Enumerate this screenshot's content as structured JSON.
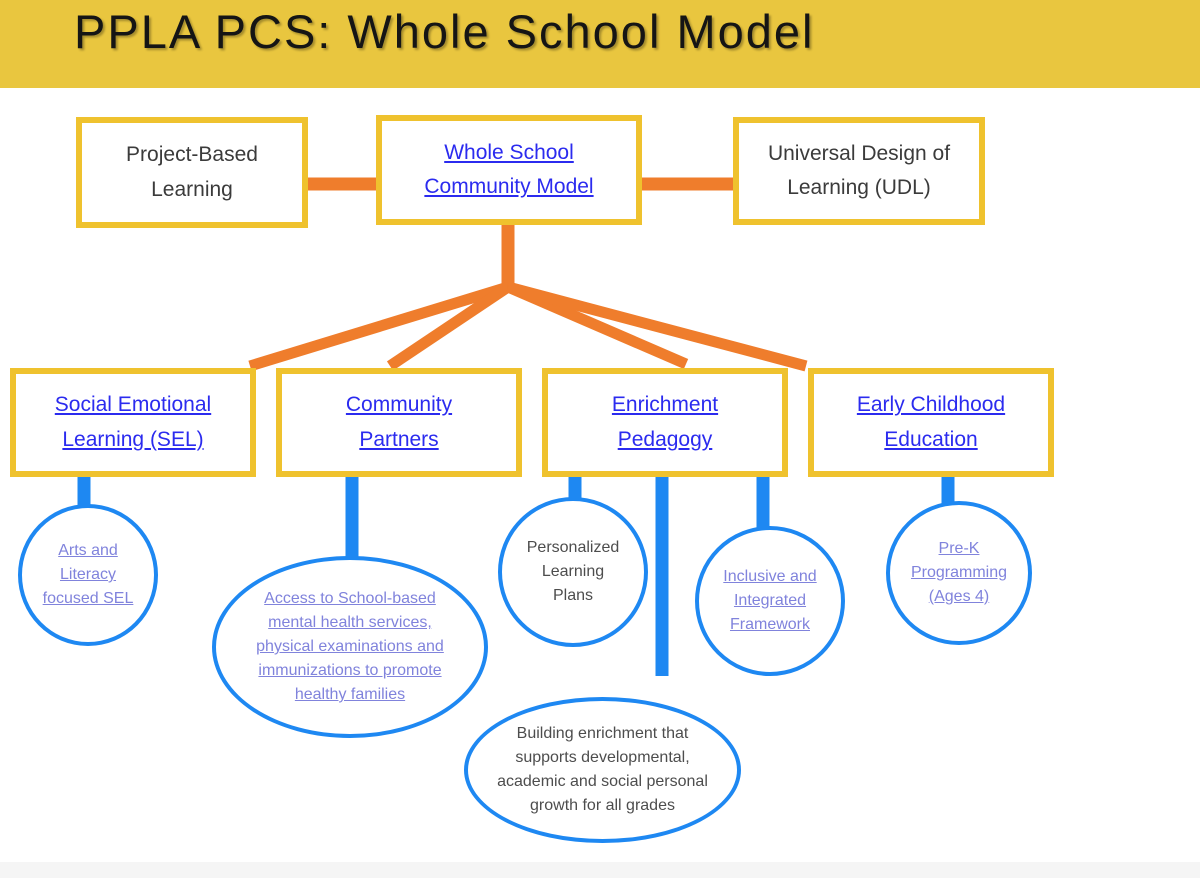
{
  "title": "PPLA PCS: Whole School Model",
  "colors": {
    "banner_yellow": "#E9C63F",
    "box_border_yellow": "#EFC22E",
    "connector_orange": "#EF7D2C",
    "connector_blue": "#1E88F2",
    "link_blue": "#2B2BEF",
    "link_purple": "#8083DC",
    "text_dark": "#3B3B3B",
    "text_gray": "#4D4D4D",
    "footer_gray": "#F5F5F5"
  },
  "top_boxes": [
    {
      "label": "Project-Based Learning",
      "style": "plain"
    },
    {
      "label": "Whole School Community Model",
      "style": "link"
    },
    {
      "label": "Universal Design of Learning (UDL)",
      "style": "plain"
    }
  ],
  "branch_boxes": [
    {
      "label": "Social Emotional Learning (SEL)",
      "style": "link"
    },
    {
      "label": "Community Partners",
      "style": "link"
    },
    {
      "label": "Enrichment Pedagogy",
      "style": "link"
    },
    {
      "label": "Early Childhood Education",
      "style": "link"
    }
  ],
  "bubbles": [
    {
      "label": "Arts and Literacy focused SEL",
      "style": "purple-link"
    },
    {
      "label": "Access to School-based mental health services, physical examinations and immunizations to promote healthy families",
      "style": "purple-link"
    },
    {
      "label": "Personalized Learning Plans",
      "style": "plain"
    },
    {
      "label": "Inclusive and Integrated Framework",
      "style": "purple-link"
    },
    {
      "label": "Pre-K Programming (Ages 4)",
      "style": "purple-link"
    },
    {
      "label": "Building enrichment that supports developmental, academic and social personal growth for all grades",
      "style": "plain"
    }
  ]
}
